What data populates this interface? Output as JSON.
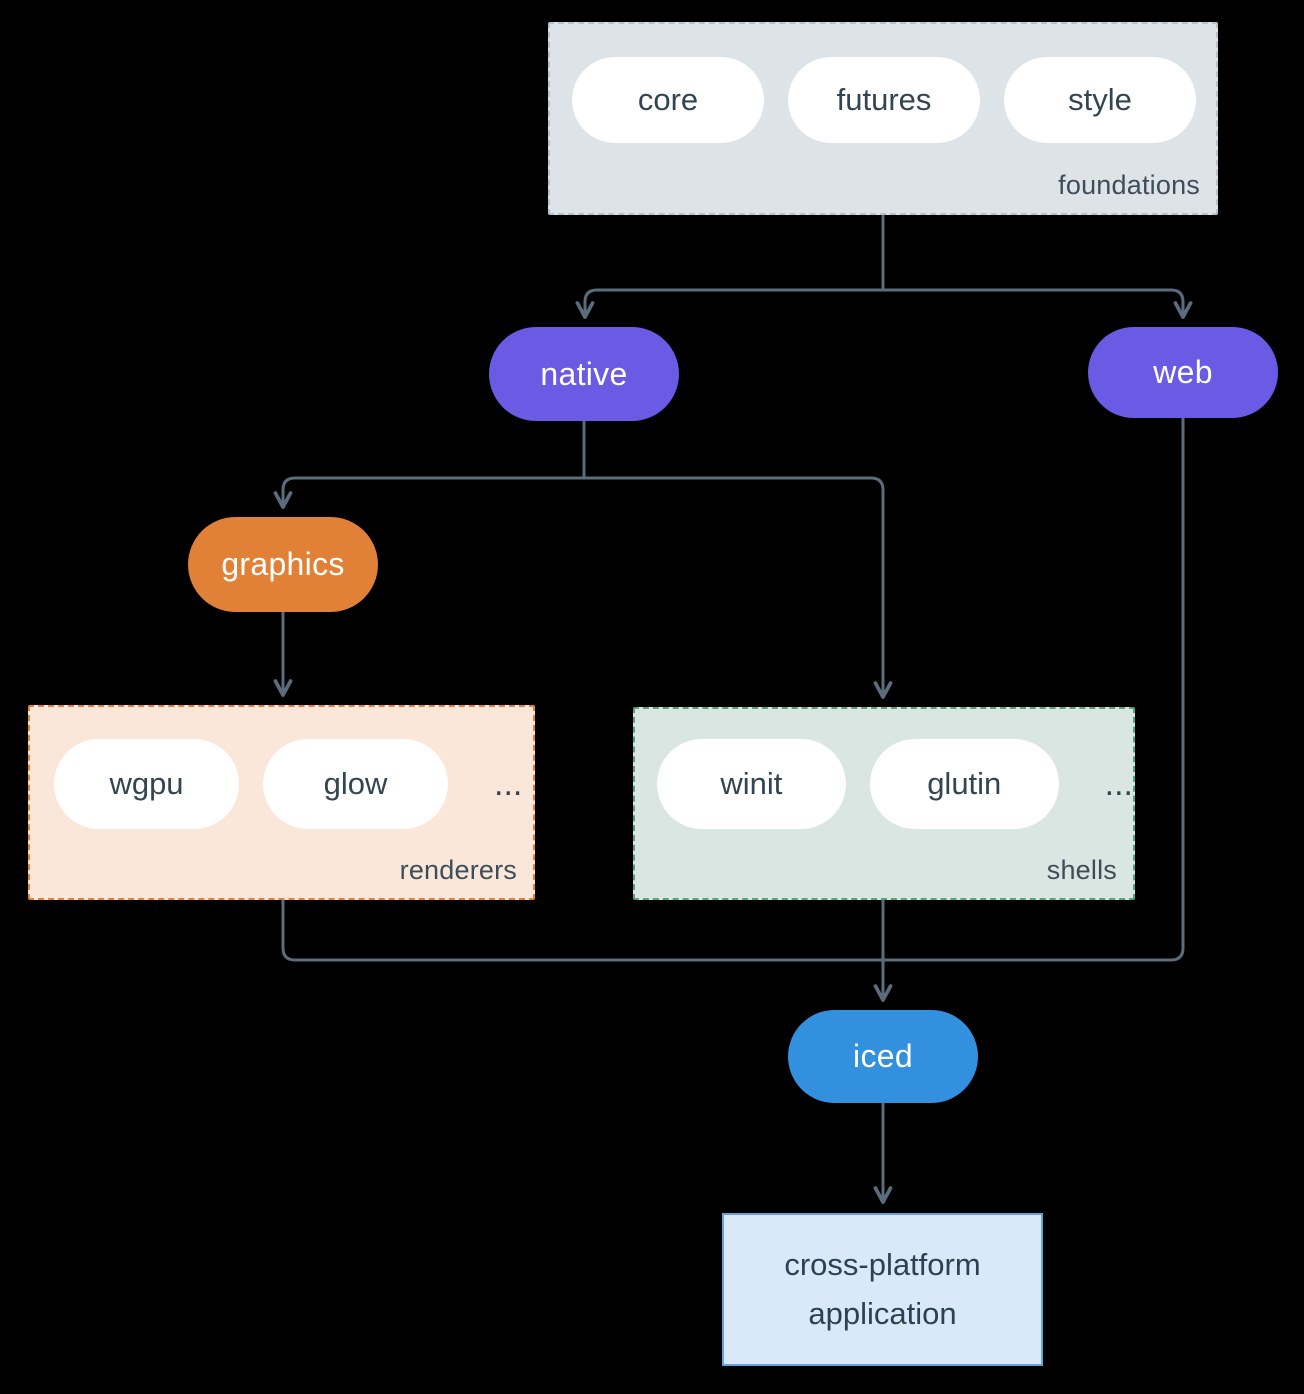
{
  "diagram": {
    "foundations": {
      "label": "foundations",
      "items": [
        "core",
        "futures",
        "style"
      ]
    },
    "native": {
      "label": "native"
    },
    "web": {
      "label": "web"
    },
    "graphics": {
      "label": "graphics"
    },
    "renderers": {
      "label": "renderers",
      "items": [
        "wgpu",
        "glow"
      ],
      "more": "..."
    },
    "shells": {
      "label": "shells",
      "items": [
        "winit",
        "glutin"
      ],
      "more": "..."
    },
    "iced": {
      "label": "iced"
    },
    "application": {
      "label": "cross-platform application"
    }
  },
  "colors": {
    "background": "#000000",
    "connector": "#5b6c7c",
    "node_purple": "#6a5ae4",
    "node_orange": "#e08137",
    "node_blue": "#3390de",
    "foundations_bg": "#dee3e7",
    "renderers_bg": "#fae7d9",
    "renderers_border": "#e0823a",
    "shells_bg": "#dae6e1",
    "shells_border": "#53a57f",
    "application_bg": "#d9e9f9",
    "application_border": "#66a1d9"
  }
}
